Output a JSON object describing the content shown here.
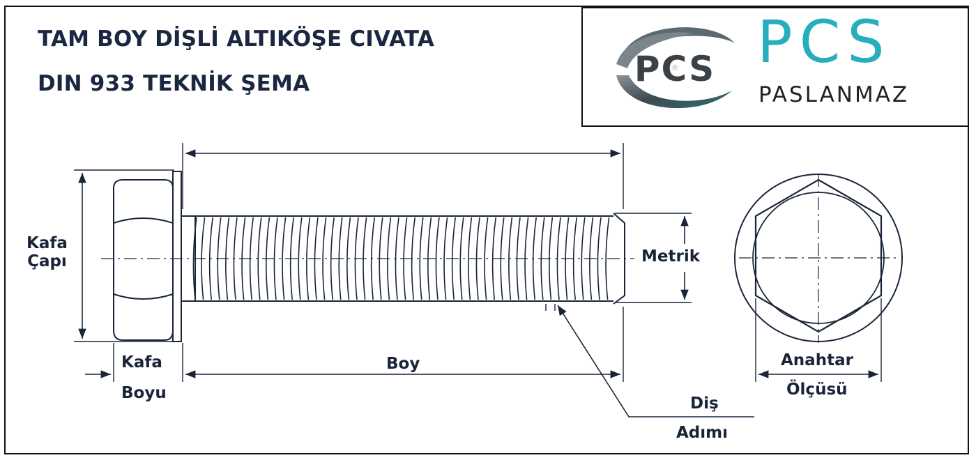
{
  "header": {
    "title_line1": "TAM BOY DİŞLİ ALTIKÖŞE CIVATA",
    "title_line2": "DIN 933 TEKNİK ŞEMA"
  },
  "logo": {
    "emblem_text": "PCS",
    "brand": "PCS",
    "subtitle": "PASLANMAZ",
    "brand_color": "#27aebc"
  },
  "labels": {
    "head_diameter_1": "Kafa",
    "head_diameter_2": "Çapı",
    "head_length_1": "Kafa",
    "head_length_2": "Boyu",
    "length": "Boy",
    "metric": "Metrik",
    "pitch_1": "Diş",
    "pitch_2": "Adımı",
    "wrench_1": "Anahtar",
    "wrench_2": "Ölçüsü"
  },
  "colors": {
    "line": "#1a2438",
    "text": "#1b2740"
  }
}
